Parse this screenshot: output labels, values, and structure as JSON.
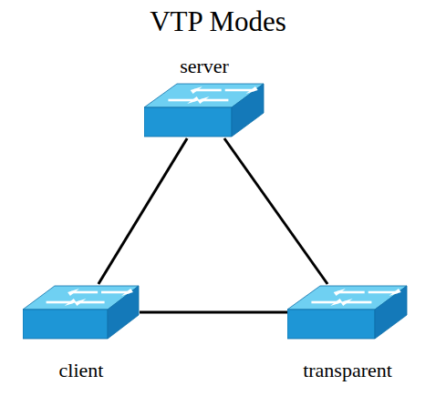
{
  "diagram": {
    "title": "VTP Modes",
    "nodes": [
      {
        "text": [
          "server"
        ]
      },
      {
        "text": [
          "client"
        ]
      },
      {
        "text": [
          "transparent"
        ]
      }
    ],
    "edges": [
      {
        "from": 0,
        "to": 1,
        "arrow": "none"
      },
      {
        "from": 0,
        "to": 2,
        "arrow": "none"
      },
      {
        "from": 1,
        "to": 2,
        "arrow": "none"
      }
    ]
  }
}
